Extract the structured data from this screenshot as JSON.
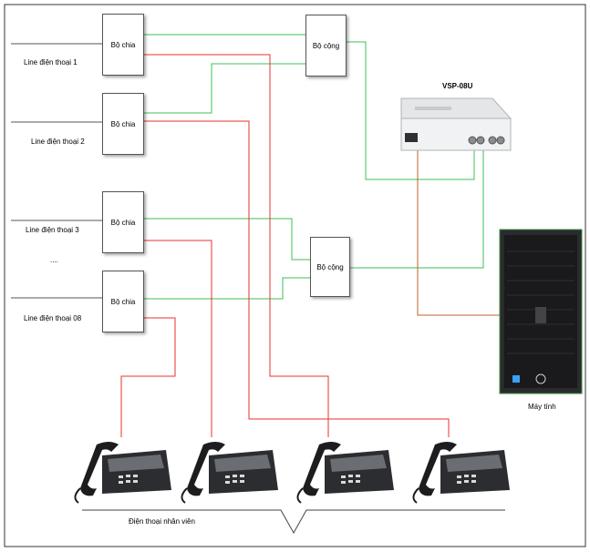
{
  "labels": {
    "line1": "Line điện thoại 1",
    "line2": "Line điện thoại 2",
    "line3": "Line điện thoại 3",
    "line08": "Line điện thoại 08",
    "ellipsis": "....",
    "vsp_title": "VSP-08U",
    "computer": "Máy tính",
    "phones_caption": "Điện thoại nhân viên"
  },
  "splitters": [
    "Bộ chia",
    "Bộ chia",
    "Bộ chia",
    "Bộ chia"
  ],
  "adders": [
    "Bộ cộng",
    "Bộ cộng"
  ],
  "colors": {
    "green_wire": "#3cbf5a",
    "red_wire": "#e8302e",
    "orange_wire": "#b8632a",
    "phone_line": "#555555",
    "frame": "#333333"
  }
}
